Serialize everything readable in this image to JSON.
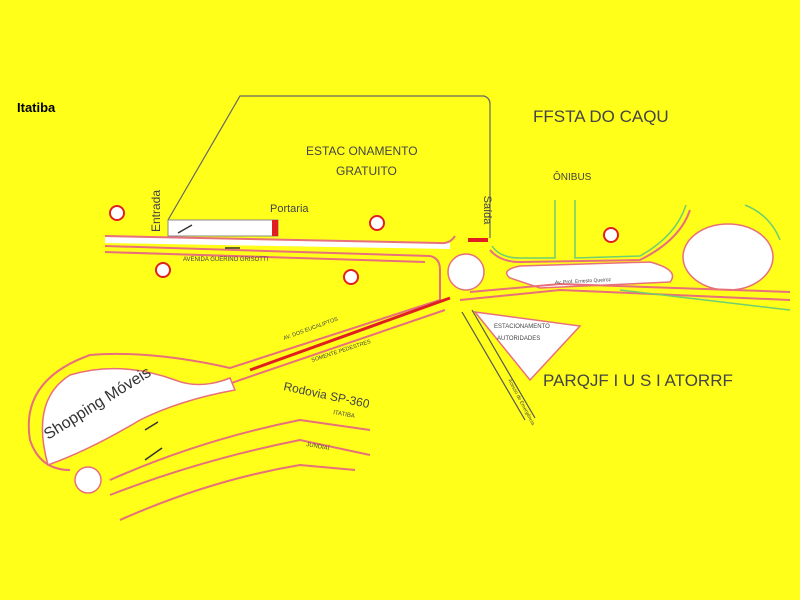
{
  "city": "Itatiba",
  "labels": {
    "event": "FFSTA DO CAQU",
    "free_parking_1": "ESTAC ONAMENTO",
    "free_parking_2": "GRATUITO",
    "bus": "ÔNIBUS",
    "entrance": "Entrada",
    "gate": "Portaria",
    "exit": "Saída",
    "avenue": "AVENIDA GUERINO GRISOTTI",
    "av_right": "Av. Prof. Ernesto Queiroz",
    "av_eucaliptos": "AV. DOS EUCALIPTOS",
    "pedestrians": "SOMENTE PEDESTRES",
    "authority_parking_1": "ESTACIONAMENTO",
    "authority_parking_2": "AUTORIDADES",
    "emergency": "Acesso de Emergência",
    "park": "PARQJF I U S I ATORRF",
    "shopping": "Shopping Móveis",
    "highway": "Rodovia SP-360",
    "dir_itatiba": "ITATIBA",
    "dir_jundiai": "JUNDIAÍ"
  },
  "colors": {
    "background": "#ffff1a",
    "road": "#e8707a",
    "gate": "#e02020"
  }
}
